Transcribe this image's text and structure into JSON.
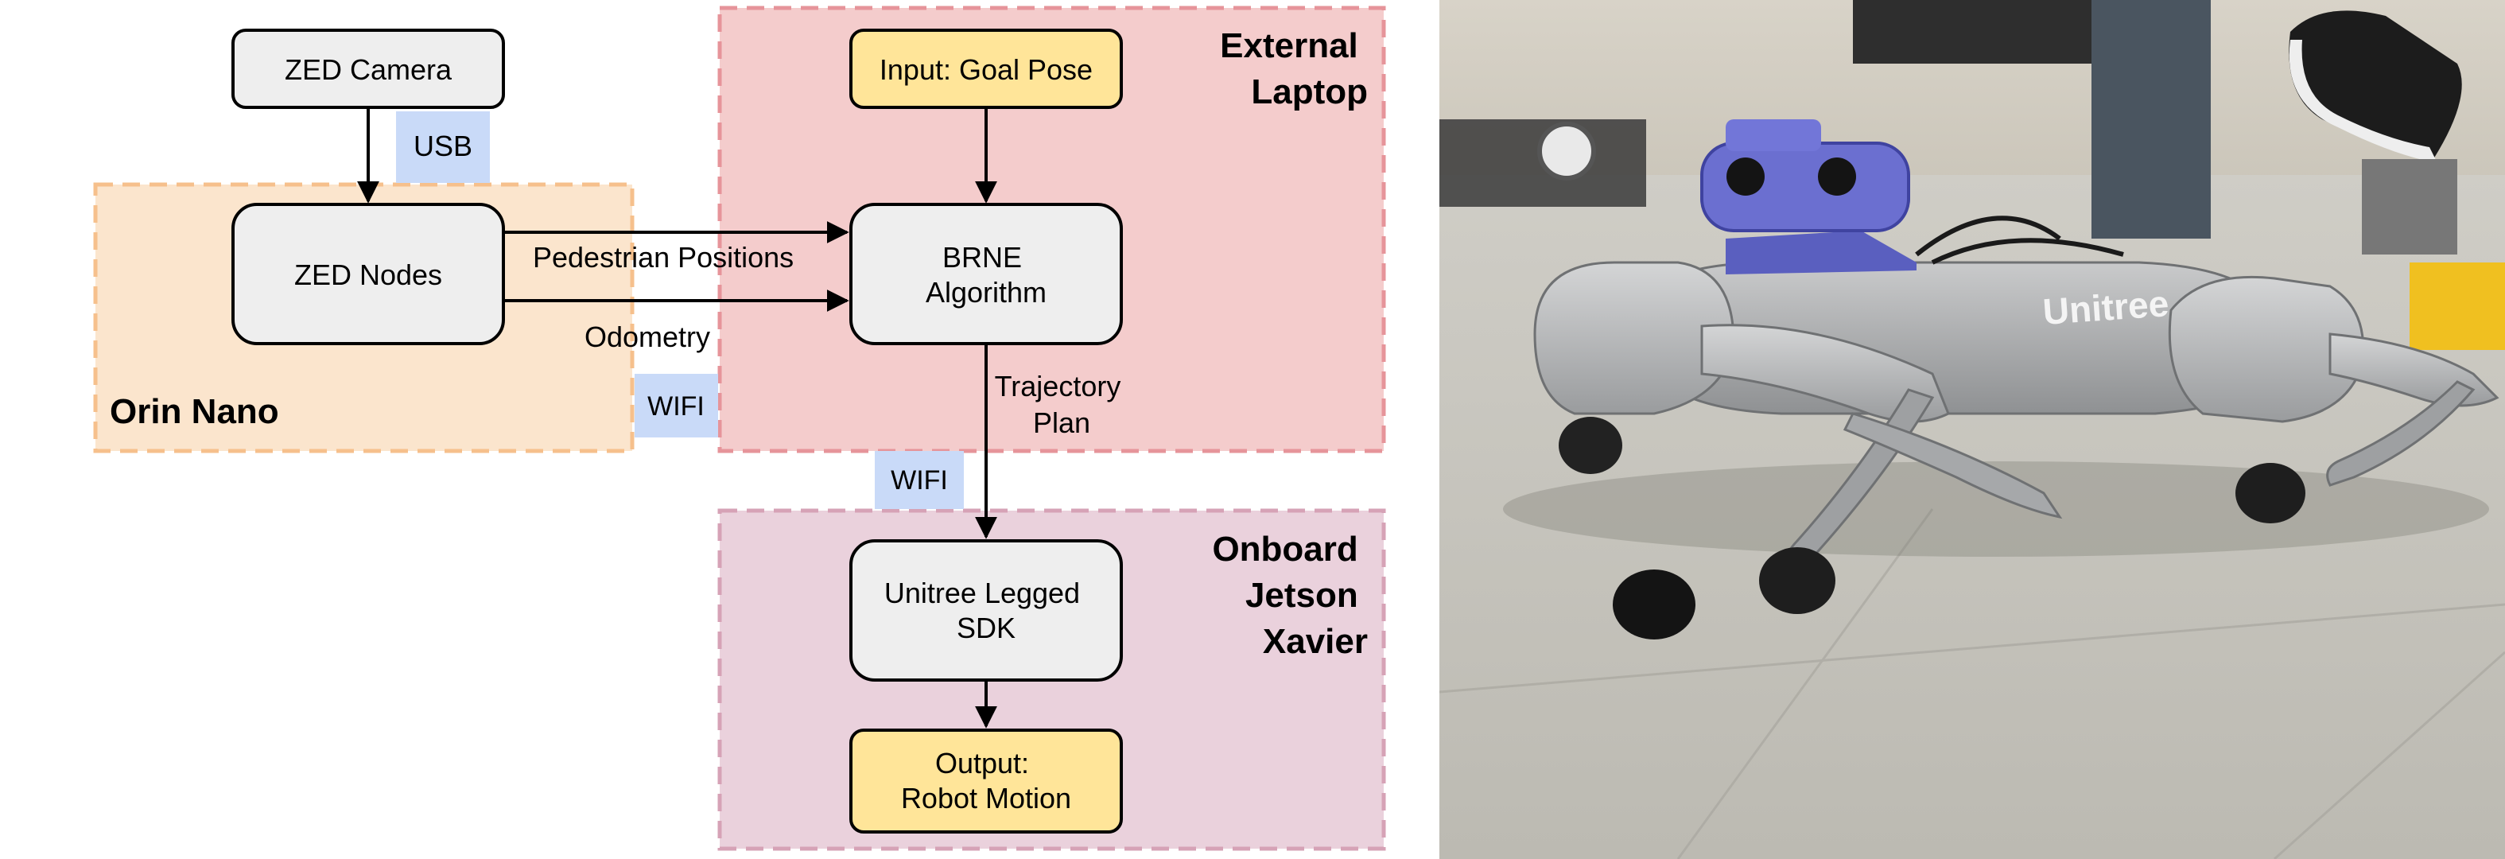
{
  "regions": {
    "laptop": [
      "External",
      "Laptop"
    ],
    "orin": "Orin Nano",
    "jetson": [
      "Onboard",
      "Jetson",
      "Xavier"
    ]
  },
  "nodes": {
    "zed_camera": "ZED Camera",
    "zed_nodes": "ZED Nodes",
    "goal_pose": "Input: Goal Pose",
    "brne": [
      "BRNE",
      "Algorithm"
    ],
    "unitree_sdk": [
      "Unitree Legged",
      "SDK"
    ],
    "output": [
      "Output:",
      "Robot Motion"
    ]
  },
  "edges": {
    "usb": "USB",
    "pedestrian": "Pedestrian Positions",
    "odometry": "Odometry",
    "wifi_1": "WIFI",
    "trajectory": [
      "Trajectory",
      "Plan"
    ],
    "wifi_2": "WIFI"
  },
  "photo": {
    "brand_label": "Unitree"
  },
  "colors": {
    "laptop_fill": "#f4cccc",
    "laptop_border": "#e6949a",
    "orin_fill": "#fbe5cd",
    "orin_border": "#f6c08c",
    "jetson_fill": "#ead1dc",
    "jetson_border": "#d6a2b6",
    "node_fill": "#eeeeee",
    "io_fill": "#ffe599",
    "link_fill": "#c9daf8"
  }
}
